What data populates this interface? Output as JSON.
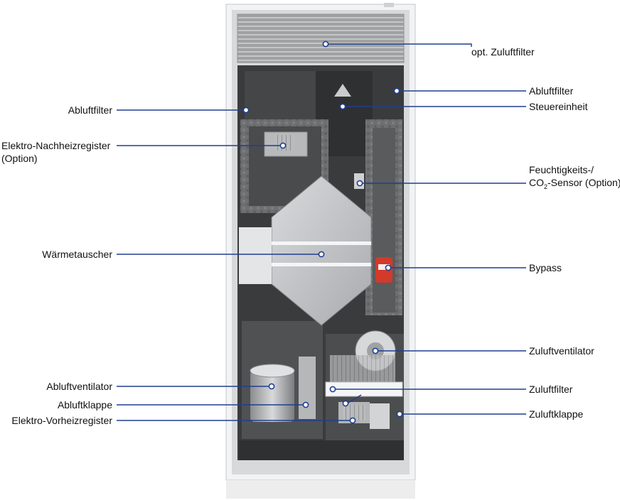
{
  "colors": {
    "leader_line": "#1f3f8f",
    "housing": "#e8e9ea",
    "interior_dark": "#3a3b3d",
    "insulation": "#6b6c6e",
    "exchanger": "#c9cbcd",
    "bypass": "#d23a2a"
  },
  "labels": {
    "opt_zuluftfilter": "opt. Zuluftfilter",
    "abluftfilter_right": "Abluftfilter",
    "abluftfilter_left": "Abluftfilter",
    "steuereinheit": "Steuereinheit",
    "nachheiz_line1": "Elektro-Nachheizregister",
    "nachheiz_line2": "(Option)",
    "feuchte_line1": "Feuchtigkeits-/",
    "feuchte_co": "CO",
    "feuchte_sub": "2",
    "feuchte_rest": "-Sensor (Option)",
    "waermetauscher": "Wärmetauscher",
    "bypass": "Bypass",
    "zuluftventilator": "Zuluftventilator",
    "abluftventilator": "Abluftventilator",
    "zuluftfilter": "Zuluftfilter",
    "abluftklappe": "Abluftklappe",
    "zuluftklappe": "Zuluftklappe",
    "vorheiz": "Elektro-Vorheizregister"
  }
}
